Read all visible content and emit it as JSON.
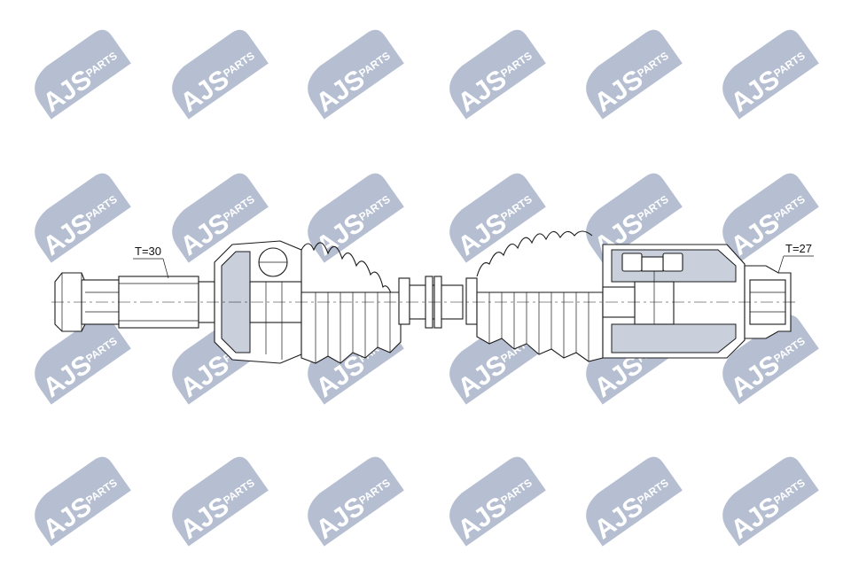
{
  "watermark": {
    "text_large": "AJS",
    "text_small": "PARTS",
    "color": "#a9b4ca"
  },
  "labels": {
    "left_teeth": "T=30",
    "right_teeth": "T=27"
  },
  "colors": {
    "line": "#1a1a1a",
    "section_fill": "#c9d0dc",
    "background": "#ffffff"
  }
}
